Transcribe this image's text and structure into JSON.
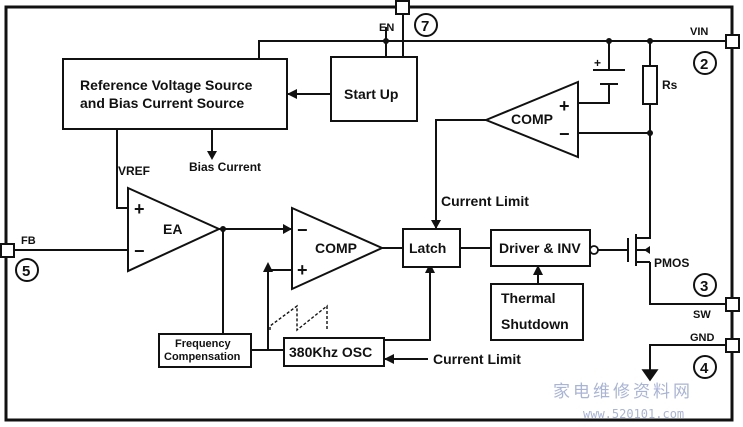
{
  "blocks": {
    "ref": [
      "Reference Voltage Source",
      "and Bias Current Source"
    ],
    "startup": "Start Up",
    "comp_top": "COMP",
    "ea": "EA",
    "comp_mid": "COMP",
    "latch": "Latch",
    "driver": "Driver & INV",
    "thermal": [
      "Thermal",
      "Shutdown"
    ],
    "freq": [
      "Frequency",
      "Compensation"
    ],
    "osc": "380Khz OSC"
  },
  "labels": {
    "vref": "VREF",
    "bias_current": "Bias Current",
    "current_limit_top": "Current Limit",
    "current_limit_bottom": "Current Limit",
    "rs": "Rs",
    "pmos": "PMOS",
    "plus": "+",
    "minus": "−"
  },
  "pins": {
    "en": {
      "name": "EN",
      "num": "7"
    },
    "vin": {
      "name": "VIN",
      "num": "2"
    },
    "fb": {
      "name": "FB",
      "num": "5"
    },
    "sw": {
      "name": "SW",
      "num": "3"
    },
    "gnd": {
      "name": "GND",
      "num": "4"
    }
  },
  "watermark": {
    "line1": "家电维修资料网",
    "line2": "www.520101.com"
  }
}
